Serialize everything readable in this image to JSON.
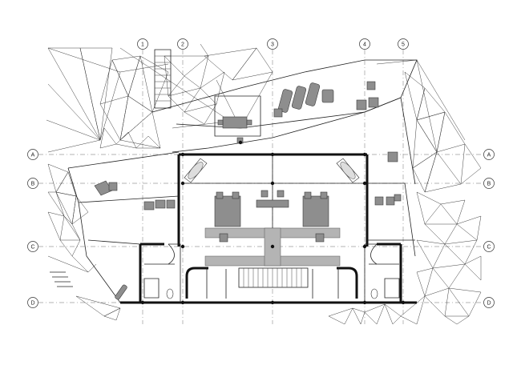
{
  "grid_columns": [
    {
      "label": "1"
    },
    {
      "label": "2"
    },
    {
      "label": "3"
    },
    {
      "label": "4"
    },
    {
      "label": "5"
    }
  ],
  "grid_rows": [
    {
      "label": "A"
    },
    {
      "label": "B"
    },
    {
      "label": "C"
    },
    {
      "label": "D"
    }
  ],
  "colors": {
    "background": "#ffffff",
    "walls": "#111111",
    "furniture": "#8e8e8e",
    "gridline": "#9a9a9a"
  }
}
